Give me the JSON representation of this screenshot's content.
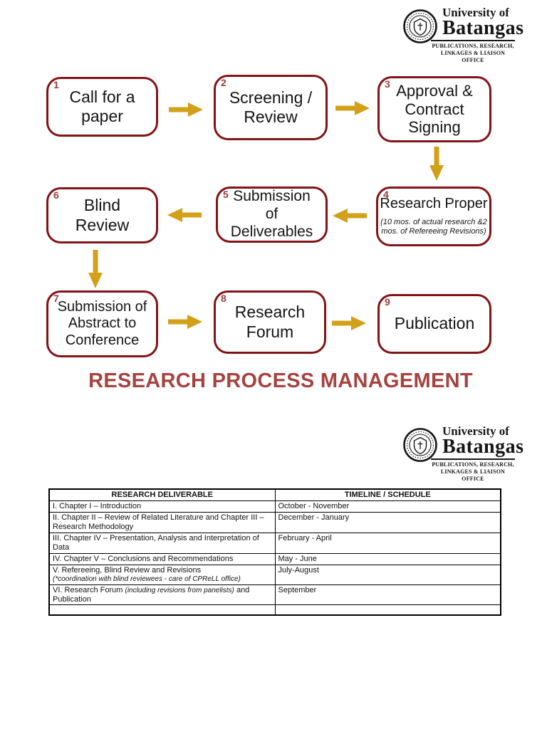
{
  "logo": {
    "org_line1": "University of",
    "org_line2": "Batangas",
    "office_line1": "PUBLICATIONS, RESEARCH,",
    "office_line2": "LINKAGES & LIAISON OFFICE"
  },
  "flow": {
    "title": "RESEARCH PROCESS MANAGEMENT",
    "steps": [
      {
        "num": "1",
        "label": "Call for a paper"
      },
      {
        "num": "2",
        "label": "Screening / Review"
      },
      {
        "num": "3",
        "label": "Approval & Contract Signing"
      },
      {
        "num": "4",
        "label": "Research Proper",
        "note_line1": "(10 mos. of actual research &2",
        "note_line2": "mos. of Refereeing Revisions)"
      },
      {
        "num": "5",
        "label": "Submission of Deliverables"
      },
      {
        "num": "6",
        "label": "Blind Review"
      },
      {
        "num": "7",
        "label": "Submission of Abstract to Conference"
      },
      {
        "num": "8",
        "label": "Research Forum"
      },
      {
        "num": "9",
        "label": "Publication"
      }
    ]
  },
  "table": {
    "headers": [
      "RESEARCH DELIVERABLE",
      "TIMELINE / SCHEDULE"
    ],
    "rows": [
      {
        "deliverable": "I. Chapter I – Introduction",
        "timeline": "October - November"
      },
      {
        "deliverable": "II. Chapter II – Review of Related Literature and Chapter III – Research Methodology",
        "timeline": "December - January"
      },
      {
        "deliverable": "III. Chapter IV – Presentation, Analysis and Interpretation of Data",
        "timeline": "February - April"
      },
      {
        "deliverable": "IV. Chapter V – Conclusions and Recommendations",
        "timeline": "May - June"
      },
      {
        "deliverable": "V. Refereeing, Blind Review and Revisions",
        "note": "(*coordination with blind reviewees - care of CPReLL office)",
        "timeline": "July-August"
      },
      {
        "deliverable": "VI. Research Forum ",
        "d_italic": "(including revisions from panelists)",
        "d_post": " and Publication",
        "timeline": "September"
      },
      {
        "deliverable": "",
        "timeline": ""
      }
    ]
  },
  "colors": {
    "box_border": "#821417",
    "step_number": "#9e3c3c",
    "arrow_gold": "#d2a019",
    "title_red": "#a4433f",
    "table_border": "#000000",
    "text": "#111111"
  }
}
